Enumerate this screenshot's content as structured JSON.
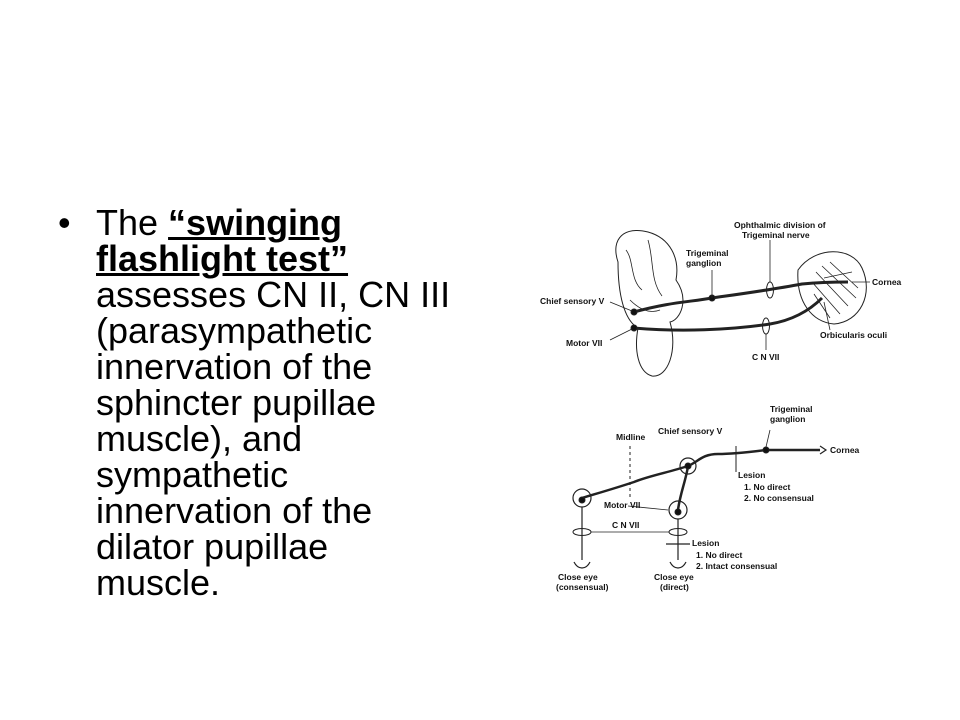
{
  "slide": {
    "bullet_symbol": "•",
    "bullet_prefix": "The ",
    "bullet_emphasis": "“swinging flashlight test”",
    "bullet_rest": " assesses CN II, CN III (parasympathetic innervation of the sphincter pupillae muscle), and sympathetic innervation of the dilator pupillae muscle."
  },
  "figure": {
    "top": {
      "ophthalmic_1": "Ophthalmic division of",
      "ophthalmic_2": "Trigeminal nerve",
      "ganglion_1": "Trigeminal",
      "ganglion_2": "ganglion",
      "cornea": "Cornea",
      "chief_sensory": "Chief sensory V",
      "orbicularis": "Orbicularis oculi",
      "motor": "Motor VII",
      "cn_vii": "C N VII"
    },
    "bottom": {
      "ganglion_1": "Trigeminal",
      "ganglion_2": "ganglion",
      "midline": "Midline",
      "chief_sensory": "Chief sensory V",
      "cornea": "Cornea",
      "lesion_a": "Lesion",
      "lesion_a_1": "1. No direct",
      "lesion_a_2": "2. No consensual",
      "motor": "Motor VII",
      "cn_vii": "C N VII",
      "lesion_b": "Lesion",
      "lesion_b_1": "1. No direct",
      "lesion_b_2": "2. Intact consensual",
      "close_consensual_1": "Close eye",
      "close_consensual_2": "(consensual)",
      "close_direct_1": "Close eye",
      "close_direct_2": "(direct)"
    }
  }
}
